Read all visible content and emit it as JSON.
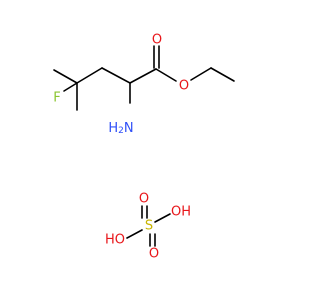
{
  "molecule_main": {
    "atoms": {
      "O_carbonyl": "O",
      "O_ester": "O",
      "F": "F",
      "N": "H2N"
    }
  },
  "molecule_acid": {
    "atoms": {
      "S": "S",
      "O_top": "O",
      "O_bottom": "O",
      "OH_right": "OH",
      "HO_left": "HO"
    }
  },
  "colors": {
    "oxygen": "#e8161a",
    "fluorine": "#8bc531",
    "nitrogen": "#3050f8",
    "sulfur": "#c8b400",
    "carbon": "#000000"
  }
}
